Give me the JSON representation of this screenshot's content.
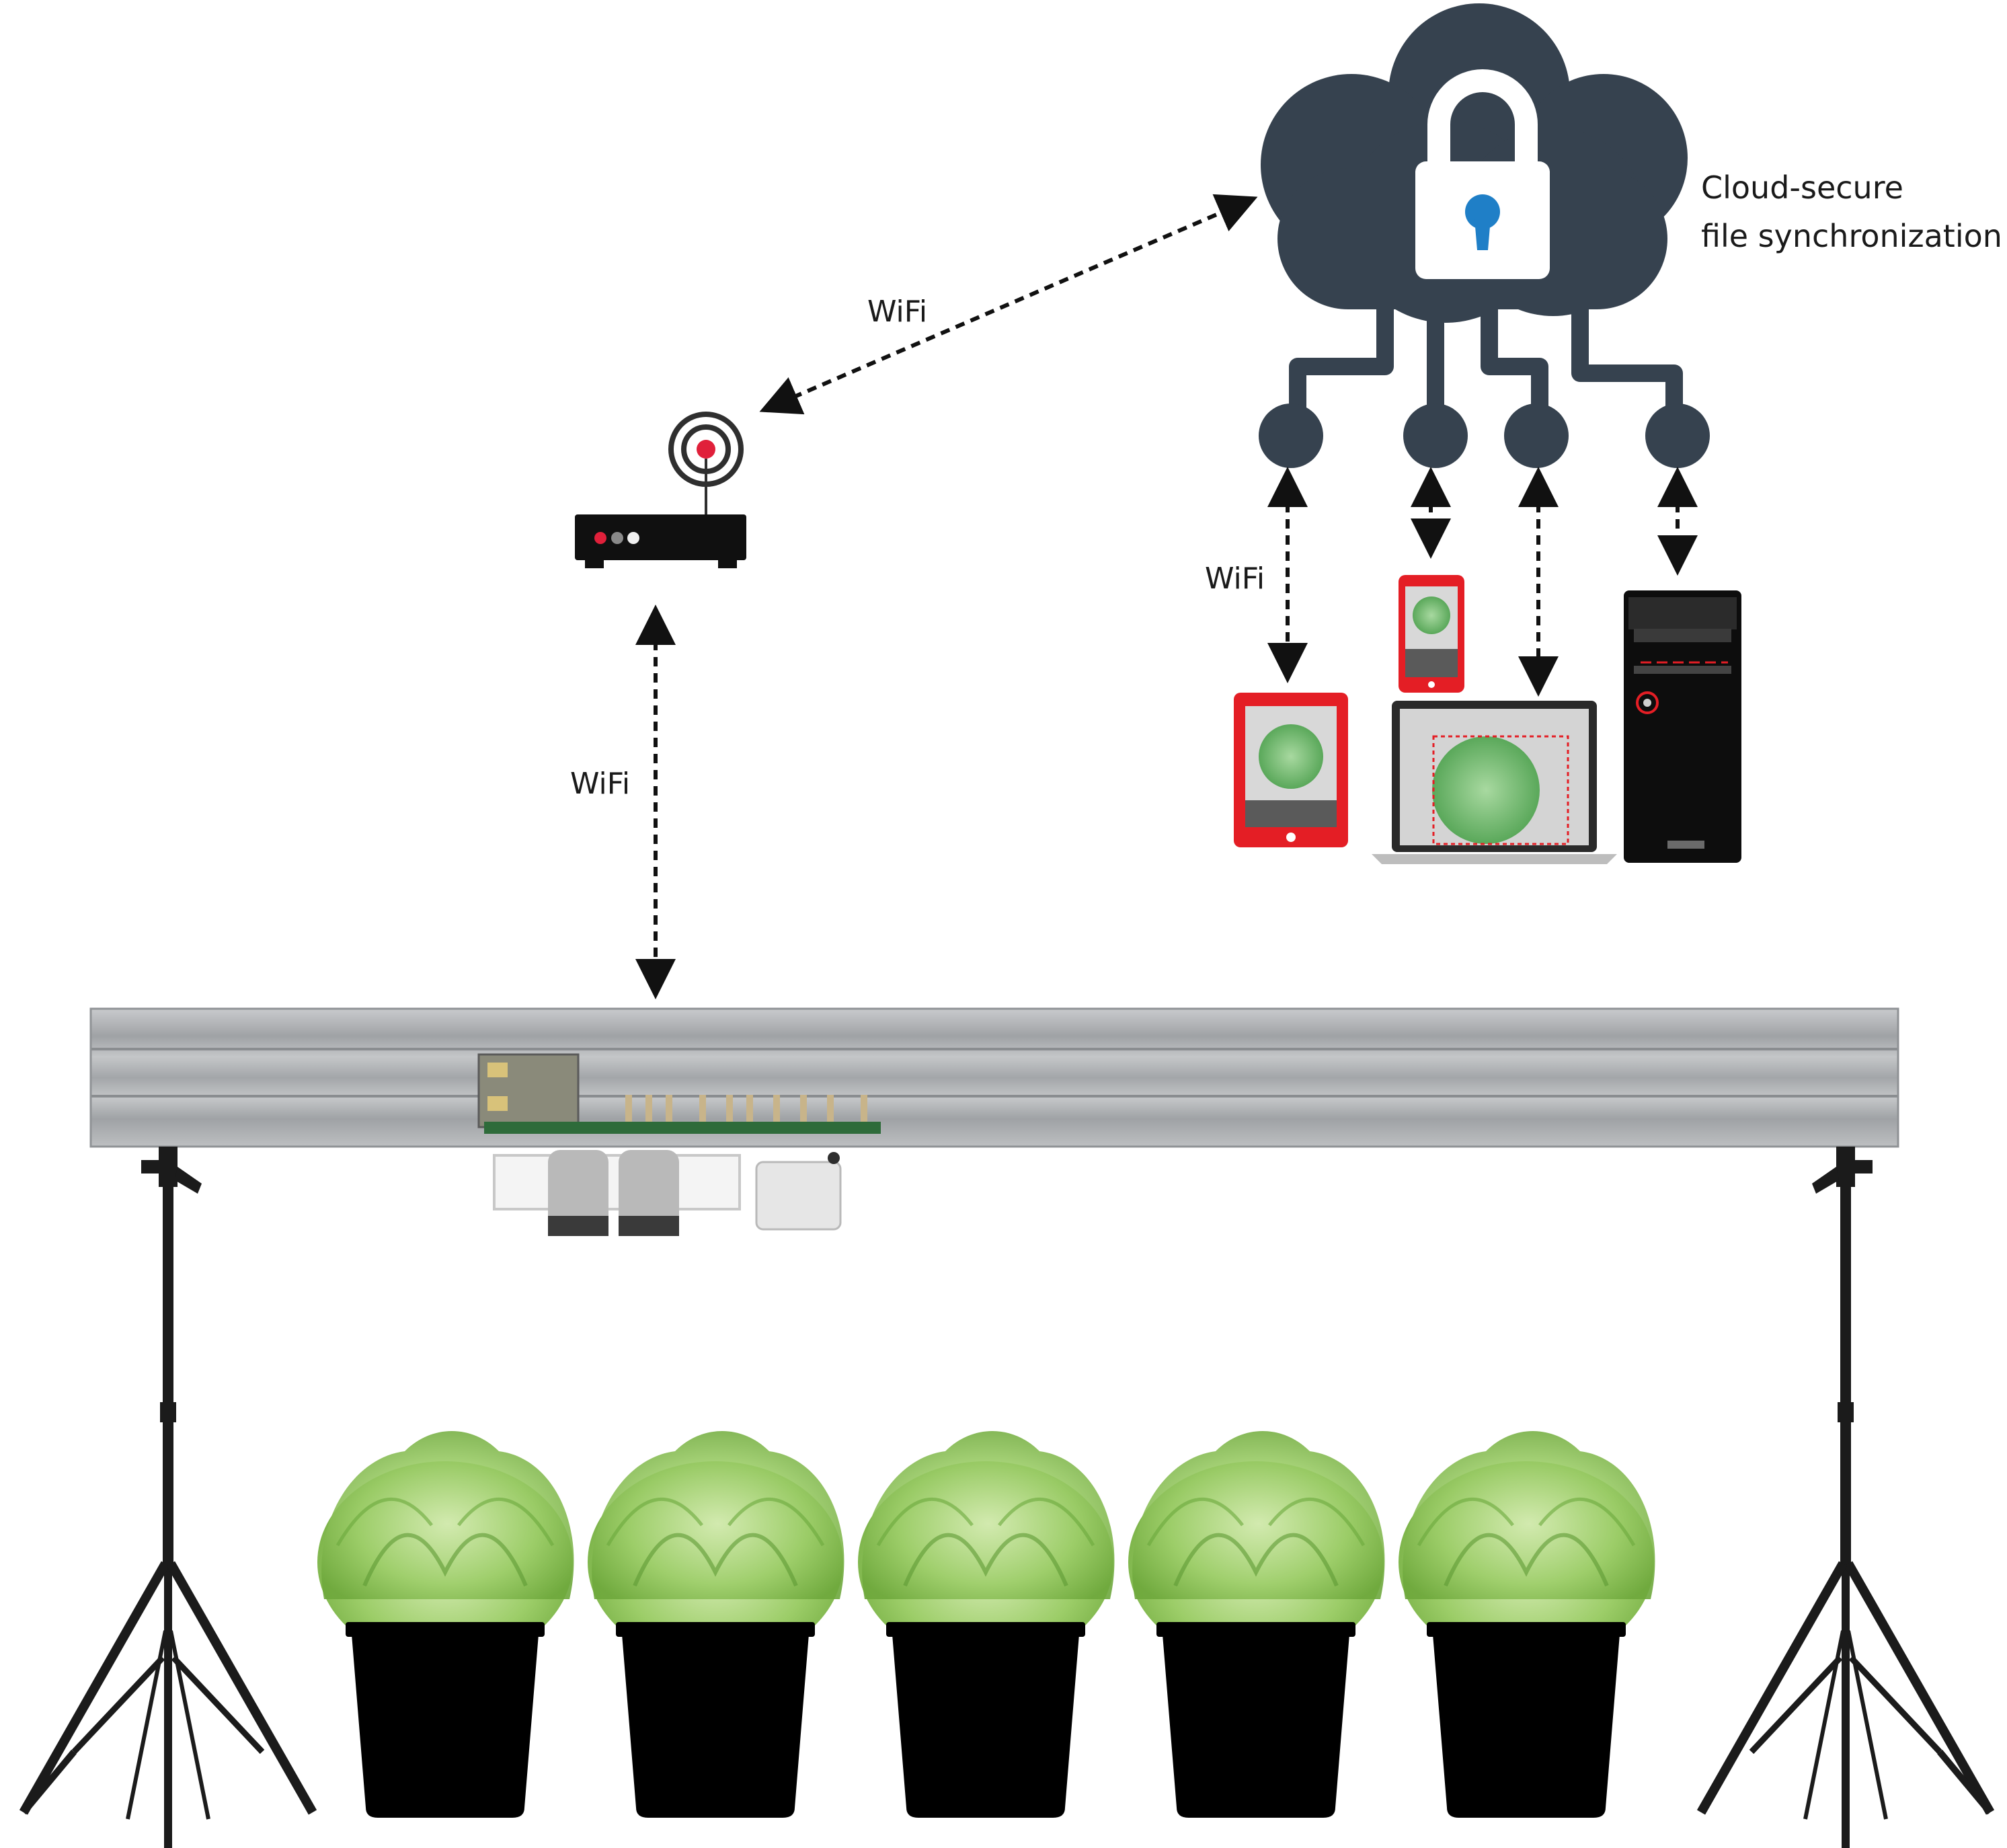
{
  "labels": {
    "cloud_line1": "Cloud-secure",
    "cloud_line2": "file synchronization",
    "wifi_router_cloud": "WiFi",
    "wifi_devices": "WiFi",
    "wifi_router_rail": "WiFi"
  },
  "colors": {
    "cloud": "#36424f",
    "lock_keyhole": "#1f7fc7",
    "router_body": "#101010",
    "router_leds": [
      "#e0203a",
      "#8a8a8a",
      "#f0f0f0"
    ],
    "device_accent_red": "#e41e25",
    "rail": "#aeb1b4",
    "leaf_green": "#8cc55a",
    "pot": "#000000",
    "tripod": "#1b1b1b"
  },
  "icons": {
    "cloud": "cloud-lock-icon",
    "router": "wifi-router-icon",
    "tablet": "tablet-icon",
    "phone": "smartphone-icon",
    "laptop": "laptop-icon",
    "desktop": "desktop-tower-icon",
    "plant": "lettuce-pot-icon",
    "tripod": "tripod-icon"
  },
  "plants_count": 5
}
